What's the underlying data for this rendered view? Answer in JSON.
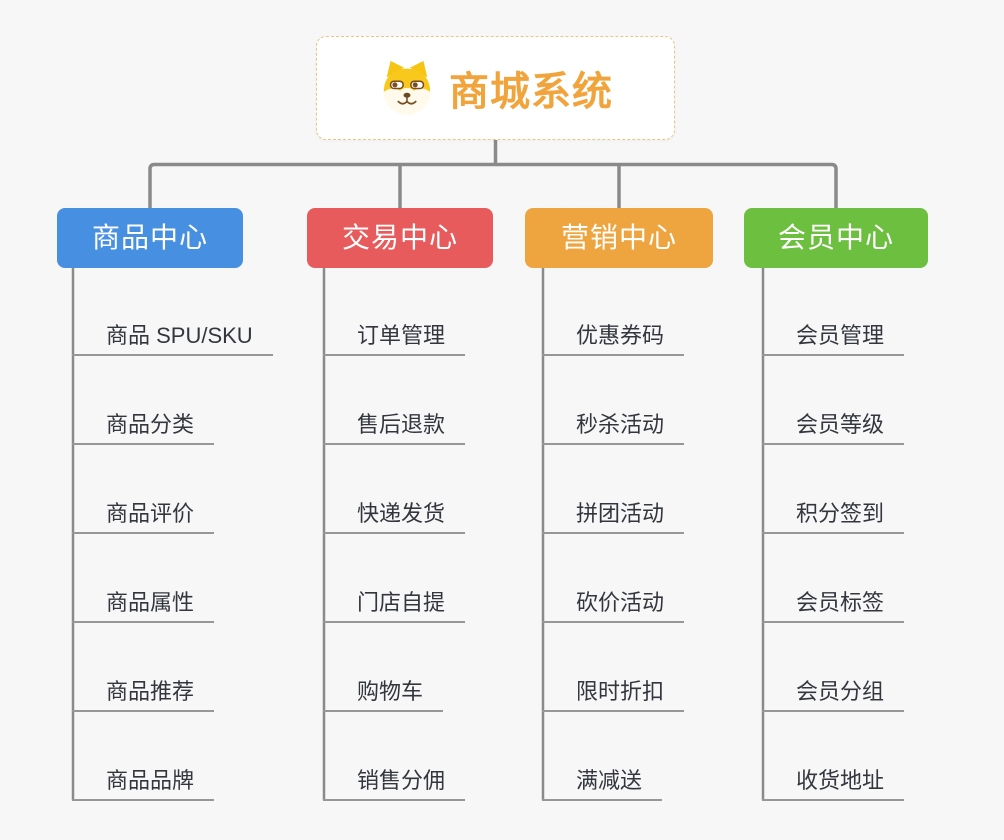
{
  "page": {
    "background_color": "#f7f7f7",
    "connector_color": "#8a8a8a",
    "underline_color": "#979797"
  },
  "root": {
    "title": "商城系统",
    "icon": "shiba-dog-icon",
    "accent_color": "#f1a43c",
    "border_color": "#f0c285"
  },
  "branches": [
    {
      "label": "商品中心",
      "color": "#478fe1",
      "items": [
        "商品 SPU/SKU",
        "商品分类",
        "商品评价",
        "商品属性",
        "商品推荐",
        "商品品牌"
      ]
    },
    {
      "label": "交易中心",
      "color": "#e75b5c",
      "items": [
        "订单管理",
        "售后退款",
        "快递发货",
        "门店自提",
        "购物车",
        "销售分佣"
      ]
    },
    {
      "label": "营销中心",
      "color": "#efa53f",
      "items": [
        "优惠券码",
        "秒杀活动",
        "拼团活动",
        "砍价活动",
        "限时折扣",
        "满减送"
      ]
    },
    {
      "label": "会员中心",
      "color": "#6dbf40",
      "items": [
        "会员管理",
        "会员等级",
        "积分签到",
        "会员标签",
        "会员分组",
        "收货地址"
      ]
    }
  ]
}
